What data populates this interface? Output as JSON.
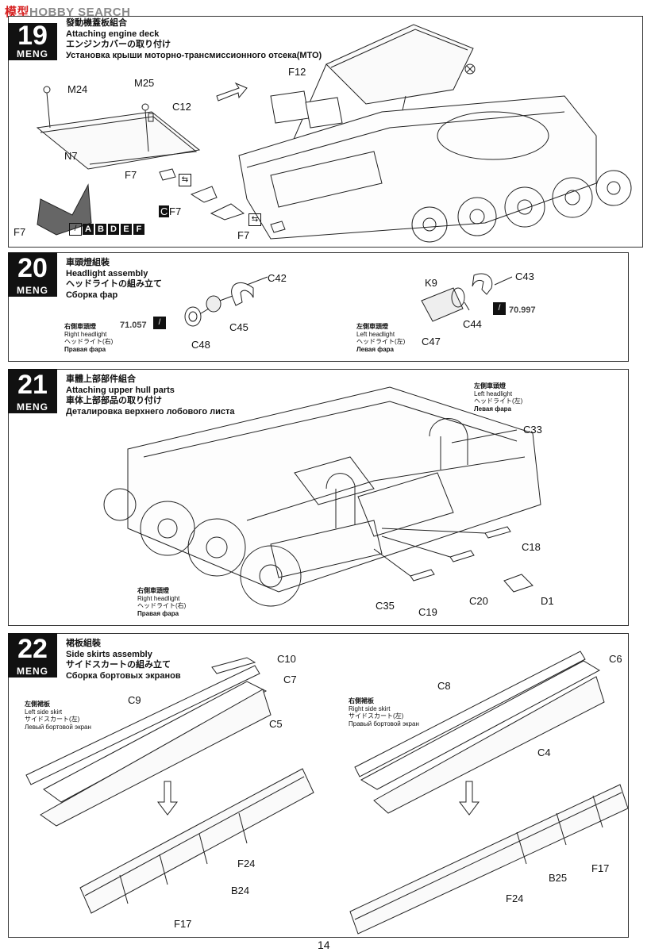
{
  "watermark": {
    "part1": "模型",
    "part2": "HOBBY SEARCH"
  },
  "page_number": "14",
  "step19": {
    "number": "19",
    "brand": "MENG",
    "title_zh": "發動機蓋板組合",
    "title_en": "Attaching engine deck",
    "title_ja": "エンジンカバーの取り付け",
    "title_ru": "Установка крыши моторно-трансмиссионного отсека(МТО)",
    "labels": {
      "m24": "M24",
      "m25": "M25",
      "c12": "C12",
      "n7": "N7",
      "f12": "F12",
      "f7a": "F7",
      "f7b": "F7",
      "f7c": "F7",
      "f7d": "F7",
      "c_mark": "C"
    },
    "letter_codes": [
      "A",
      "B",
      "D",
      "E",
      "F"
    ]
  },
  "step20": {
    "number": "20",
    "brand": "MENG",
    "title_zh": "車頭燈組裝",
    "title_en": "Headlight assembly",
    "title_ja": "ヘッドライトの組み立て",
    "title_ru": "Сборка фар",
    "right": {
      "zh": "右側車頭燈",
      "en": "Right headlight",
      "ja": "ヘッドライト(右)",
      "ru": "Правая фара"
    },
    "left": {
      "zh": "左側車頭燈",
      "en": "Left headlight",
      "ja": "ヘッドライト(左)",
      "ru": "Левая фара"
    },
    "labels": {
      "c42": "C42",
      "c45": "C45",
      "c48": "C48",
      "k9": "K9",
      "c43": "C43",
      "c44": "C44",
      "c47": "C47"
    },
    "paint_right": "71.057",
    "paint_left": "70.997"
  },
  "step21": {
    "number": "21",
    "brand": "MENG",
    "title_zh": "車體上部部件組合",
    "title_en": "Attaching upper hull parts",
    "title_ja": "車体上部部品の取り付け",
    "title_ru": "Деталировка верхнего лобового листа",
    "left": {
      "zh": "左側車頭燈",
      "en": "Left headlight",
      "ja": "ヘッドライト(左)",
      "ru": "Левая фара"
    },
    "right": {
      "zh": "右側車頭燈",
      "en": "Right headlight",
      "ja": "ヘッドライト(右)",
      "ru": "Правая фара"
    },
    "labels": {
      "c33": "C33",
      "c18": "C18",
      "d1": "D1",
      "c20": "C20",
      "c19": "C19",
      "c35": "C35"
    }
  },
  "step22": {
    "number": "22",
    "brand": "MENG",
    "title_zh": "裙板組裝",
    "title_en": "Side skirts assembly",
    "title_ja": "サイドスカートの組み立て",
    "title_ru": "Сборка бортовых экранов",
    "left": {
      "zh": "左側裙板",
      "en": "Left side skirt",
      "ja": "サイドスカート(左)",
      "ru": "Левый бортовой экран"
    },
    "right": {
      "zh": "右側裙板",
      "en": "Right side skirt",
      "ja": "サイドスカート(左)",
      "ru": "Правый бортовой экран"
    },
    "labels": {
      "c10": "C10",
      "c7": "C7",
      "c9": "C9",
      "c5": "C5",
      "f24a": "F24",
      "b24": "B24",
      "f17a": "F17",
      "c6": "C6",
      "c8": "C8",
      "c4": "C4",
      "b25": "B25",
      "f17b": "F17",
      "f24b": "F24"
    }
  }
}
